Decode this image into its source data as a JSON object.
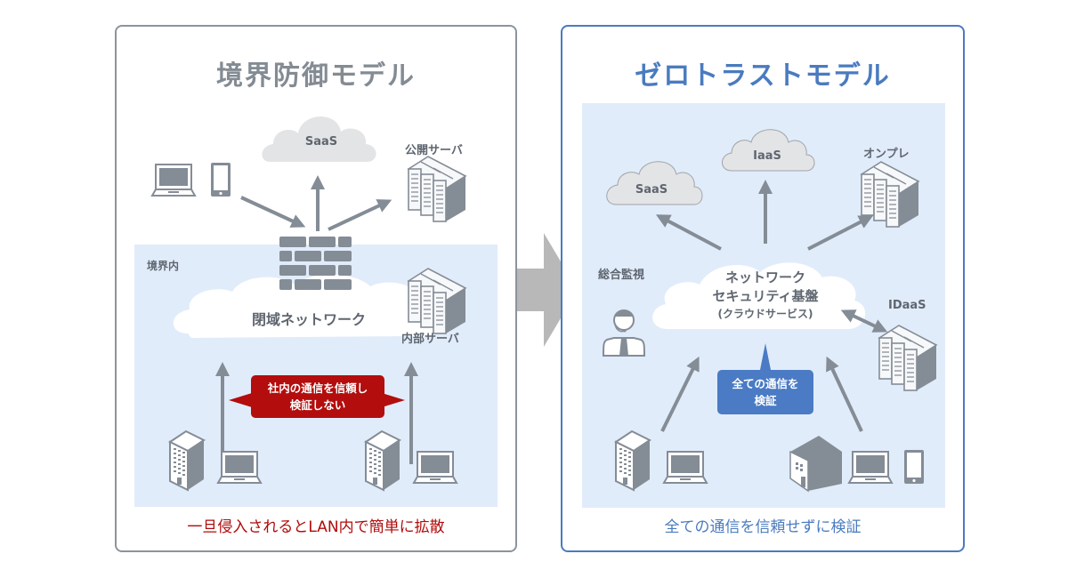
{
  "left_model": {
    "title": "境界防御モデル",
    "zone_label": "境界内",
    "cloud_saas": "SaaS",
    "public_server_label": "公開サーバ",
    "closed_network_label": "閉域ネットワーク",
    "internal_server_label": "内部サーバ",
    "callout_line1": "社内の通信を信頼し",
    "callout_line2": "検証しない",
    "footer": "一旦侵入されるとLAN内で簡単に拡散",
    "accent_color": "#b00b0b"
  },
  "right_model": {
    "title": "ゼロトラストモデル",
    "cloud_saas": "SaaS",
    "cloud_iaas": "IaaS",
    "onprem_label": "オンプレ",
    "monitoring_label": "総合監視",
    "core_line1": "ネットワーク",
    "core_line2": "セキュリティ基盤",
    "core_line3": "(クラウドサービス)",
    "idaas_label": "IDaaS",
    "callout_line1": "全ての通信を",
    "callout_line2": "検証",
    "footer": "全ての通信を信頼せずに検証",
    "accent_color": "#4a7bbf"
  },
  "icons": {
    "transition_arrow": "right-arrow-icon",
    "firewall": "brick-wall-icon",
    "server": "server-rack-icon",
    "laptop": "laptop-icon",
    "smartphone": "smartphone-icon",
    "office": "office-building-icon",
    "home": "house-icon",
    "operator": "operator-headset-icon"
  }
}
